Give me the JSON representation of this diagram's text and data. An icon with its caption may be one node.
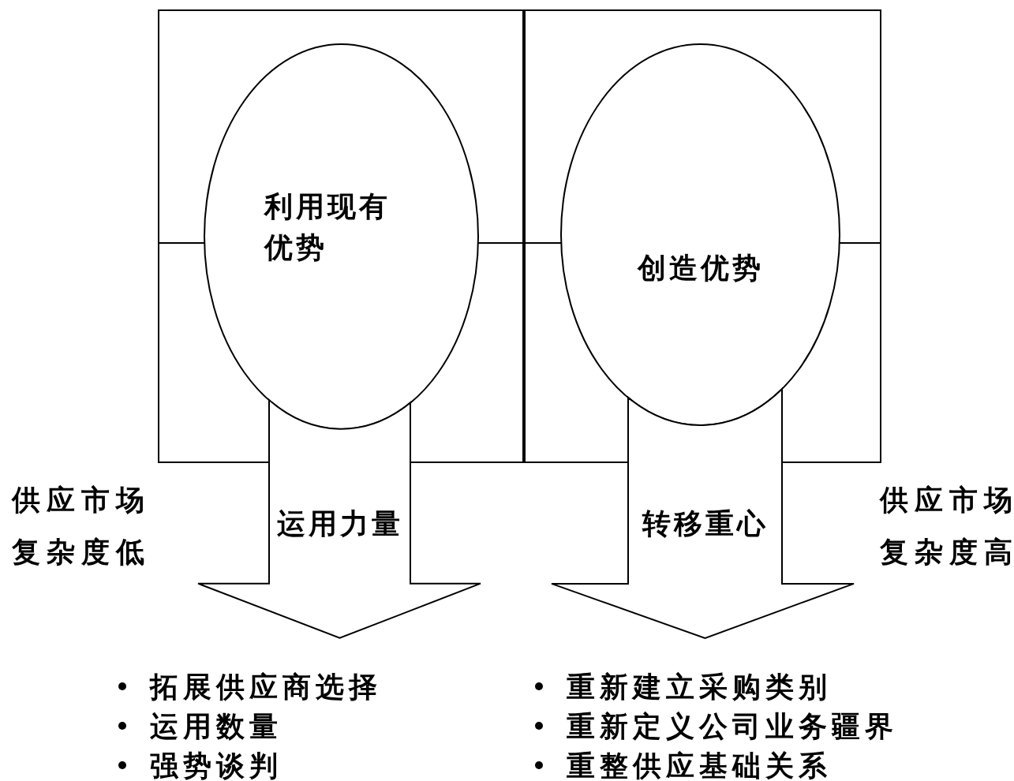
{
  "diagram": {
    "nodes": [
      {
        "text": [],
        "shape": "box"
      },
      {
        "text": [
          "利用现有优势"
        ],
        "in": 0
      },
      {
        "text": [],
        "shape": "box"
      },
      {
        "text": [
          "创造优势"
        ],
        "in": 2
      },
      {
        "text": [
          "运用力量"
        ]
      },
      {
        "text": [
          "转移重心"
        ]
      }
    ],
    "labels": [
      "供应市场复杂度低",
      "供应市场复杂度高",
      "拓展供应商选择",
      "运用数量",
      "强势谈判",
      "重新建立采购类别",
      "重新定义公司业务疆界",
      "重整供应基础关系"
    ]
  }
}
